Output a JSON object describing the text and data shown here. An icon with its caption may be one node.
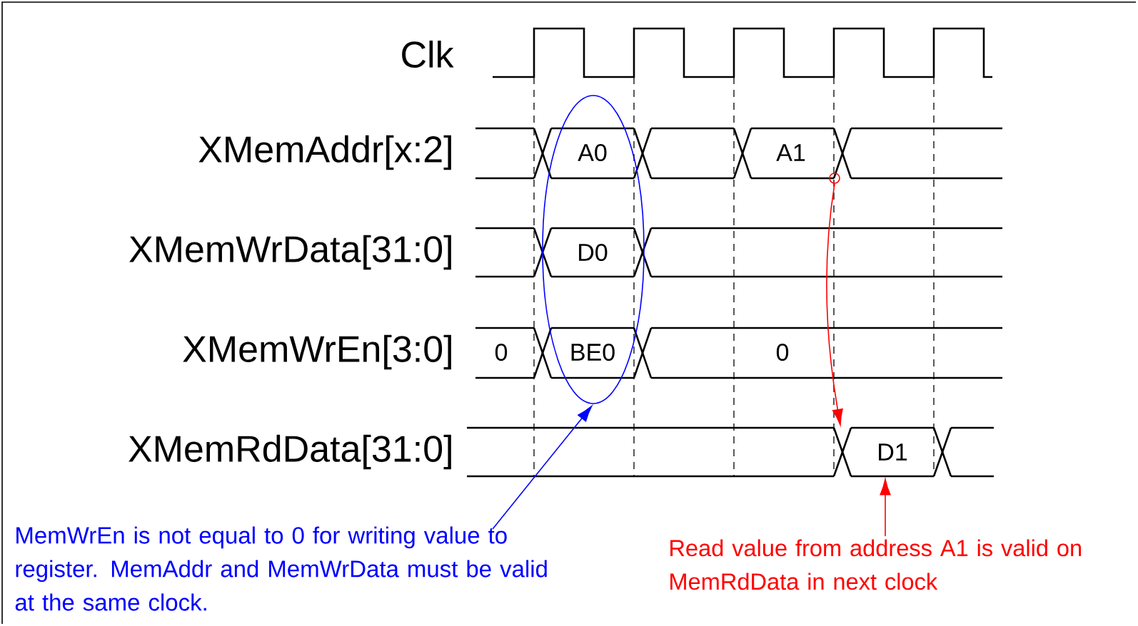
{
  "diagram": {
    "nodes": [
      {
        "text": [],
        "shape": "ellipse"
      },
      {
        "text": [
          "MemWrEn is not equal to 0 for writing value to register. MemAddr and MemWrData must be valid at the same clock."
        ]
      },
      {
        "text": [],
        "shape": "circle"
      },
      {
        "text": [
          "D1"
        ]
      },
      {
        "text": [
          "Read value from address A1 is valid on MemRdData in next clock"
        ]
      }
    ],
    "edges": [
      {
        "from": 1,
        "to": 0,
        "arrow": "to",
        "color": "#0000ff"
      },
      {
        "from": 2,
        "to": 3,
        "arrow": "to",
        "color": "#ff0000"
      },
      {
        "from": 4,
        "to": 3,
        "arrow": "to",
        "color": "#ff0000"
      }
    ],
    "labels": [
      "Clk",
      "XMemAddr[x:2]",
      "A0",
      "A1",
      "XMemWrData[31:0]",
      "D0",
      "XMemWrEn[3:0]",
      "0",
      "BE0",
      "0",
      "XMemRdData[31:0]"
    ]
  }
}
